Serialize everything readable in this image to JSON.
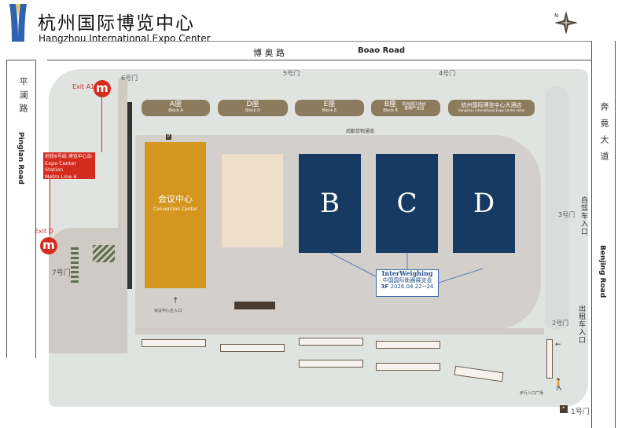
{
  "header": {
    "title_cn": "杭州国际博览中心",
    "title_en": "Hangzhou International Expo Center",
    "logo_color": "#2f63b0"
  },
  "roads": {
    "top_cn": "博 奥 路",
    "top_en": "Boao Road",
    "left_cn": "平澜路",
    "left_en": "Pinglan Road",
    "right_cn": "奔竟大道",
    "right_en": "Benjing Road"
  },
  "gates": {
    "g1": "1号门",
    "g2": "2号门",
    "g3": "3号门",
    "g4": "4号门",
    "g5": "5号门",
    "g6": "6号门",
    "g7": "7号门"
  },
  "entrances": {
    "self_drive": "自驾车入口",
    "taxi": "出租车入口",
    "pedestrian": "步行入口广场",
    "convention_main": "会议中心主入口",
    "logistics": "后勤货物通道"
  },
  "blocks": [
    {
      "cn": "A座",
      "en": "Block A"
    },
    {
      "cn": "D座",
      "en": "Block D"
    },
    {
      "cn": "E座",
      "en": "Block E"
    },
    {
      "cn": "B座",
      "en": "Block B",
      "extra": "杭州钱江世纪 金融产业园"
    },
    {
      "cn": "杭州国际博览中心大酒店",
      "en": "Hangzhou International Expo Center Hotel"
    }
  ],
  "convention": {
    "cn": "会议中心",
    "en": "Convention Center"
  },
  "halls": [
    "B",
    "C",
    "D"
  ],
  "event": {
    "name_en": "InterWeighing",
    "name_cn": "中国国际衡器展览会",
    "floor": "3F",
    "dates": "2026.04.22~24"
  },
  "metro": {
    "station_cn": "地铁6号线 博览中心站",
    "station_en": "Expo Center Station",
    "line": "Metro Line 6",
    "exit_a1": "Exit A1",
    "exit_d": "Exit D",
    "icon": "m"
  },
  "colors": {
    "hall": "#173a63",
    "convention": "#d4961e",
    "metro": "#d52b1e",
    "block": "#8d7b5e"
  }
}
